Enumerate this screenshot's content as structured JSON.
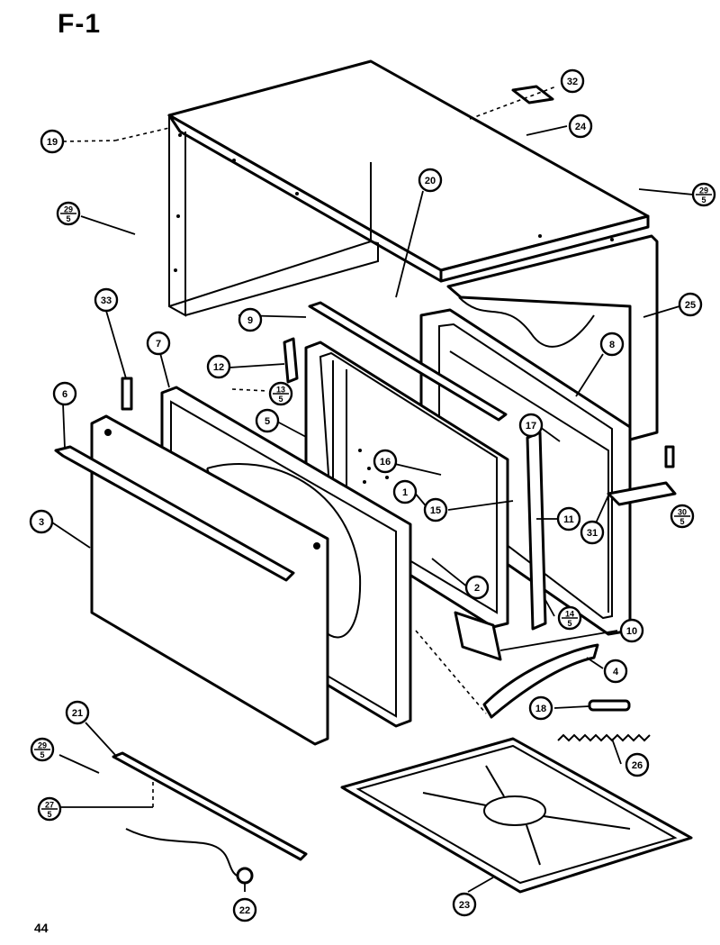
{
  "title": "F-1",
  "page_number": "44",
  "callouts": [
    {
      "id": "32",
      "label": "32"
    },
    {
      "id": "24",
      "label": "24"
    },
    {
      "id": "19",
      "label": "19"
    },
    {
      "id": "20",
      "label": "20"
    },
    {
      "id": "29a",
      "label": "29",
      "sub": "5"
    },
    {
      "id": "29b",
      "label": "29",
      "sub": "5"
    },
    {
      "id": "25",
      "label": "25"
    },
    {
      "id": "33",
      "label": "33"
    },
    {
      "id": "7",
      "label": "7"
    },
    {
      "id": "9",
      "label": "9"
    },
    {
      "id": "8",
      "label": "8"
    },
    {
      "id": "12",
      "label": "12"
    },
    {
      "id": "13a",
      "label": "13",
      "sub": "5"
    },
    {
      "id": "6",
      "label": "6"
    },
    {
      "id": "5",
      "label": "5"
    },
    {
      "id": "17",
      "label": "17"
    },
    {
      "id": "16",
      "label": "16"
    },
    {
      "id": "1",
      "label": "1"
    },
    {
      "id": "15",
      "label": "15"
    },
    {
      "id": "11",
      "label": "11"
    },
    {
      "id": "30",
      "label": "30",
      "sub": "5"
    },
    {
      "id": "31",
      "label": "31"
    },
    {
      "id": "3",
      "label": "3"
    },
    {
      "id": "2",
      "label": "2"
    },
    {
      "id": "14",
      "label": "14",
      "sub": "5"
    },
    {
      "id": "10",
      "label": "10"
    },
    {
      "id": "4",
      "label": "4"
    },
    {
      "id": "18",
      "label": "18"
    },
    {
      "id": "21",
      "label": "21"
    },
    {
      "id": "26",
      "label": "26"
    },
    {
      "id": "29c",
      "label": "29",
      "sub": "5"
    },
    {
      "id": "27",
      "label": "27",
      "sub": "5"
    },
    {
      "id": "22",
      "label": "22"
    },
    {
      "id": "23",
      "label": "23"
    }
  ]
}
